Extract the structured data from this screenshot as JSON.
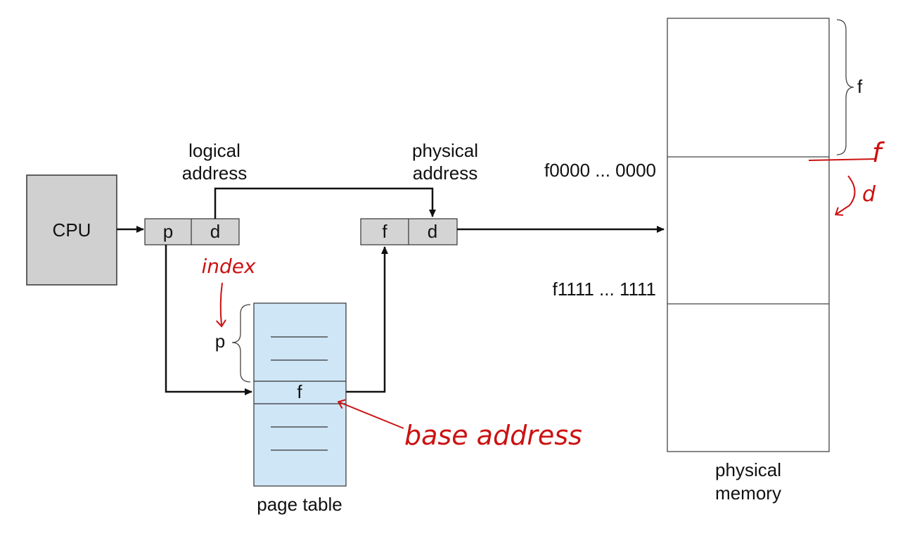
{
  "cpu": {
    "label": "CPU"
  },
  "logical_address": {
    "title_line1": "logical",
    "title_line2": "address",
    "fields": [
      "p",
      "d"
    ]
  },
  "physical_address": {
    "title_line1": "physical",
    "title_line2": "address",
    "fields": [
      "f",
      "d"
    ]
  },
  "page_table": {
    "caption": "page table",
    "entry_label": "f",
    "index_label": "p"
  },
  "physical_memory": {
    "caption_line1": "physical",
    "caption_line2": "memory",
    "frame_start": "f0000 ... 0000",
    "frame_end": "f1111 ... 1111",
    "brace_label": "f"
  },
  "annotations": {
    "index": "index",
    "base_address": "base address",
    "frame_mark": "f",
    "offset_mark": "d"
  },
  "colors": {
    "cpu_fill": "#d0d0d0",
    "register_fill": "#d4d4d4",
    "page_table_fill": "#cfe6f7",
    "ink": "#111111",
    "handwriting": "#cc1111"
  }
}
